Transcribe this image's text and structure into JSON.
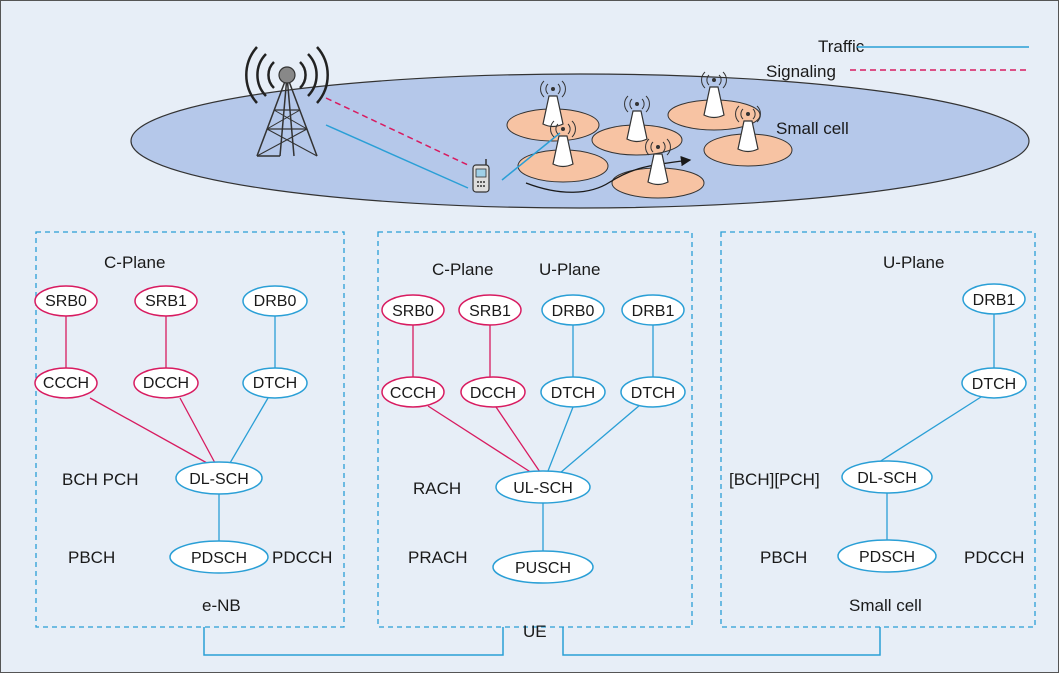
{
  "colors": {
    "background": "#e7eef7",
    "traffic": "#2a9fd6",
    "signaling": "#d81b60",
    "ellipse_fill": "#b5c8ea",
    "small_cell_fill": "#f7c3a3"
  },
  "legend": {
    "traffic": "Traffic",
    "signaling": "Signaling"
  },
  "scene": {
    "small_cell_label": "Small cell"
  },
  "enb": {
    "plane_label": "C-Plane",
    "nodes": {
      "srb0": "SRB0",
      "srb1": "SRB1",
      "drb0": "DRB0",
      "ccch": "CCCH",
      "dcch": "DCCH",
      "dtch": "DTCH",
      "dlsch": "DL-SCH",
      "pdsch": "PDSCH"
    },
    "texts": {
      "bch_pch": "BCH PCH",
      "pbch": "PBCH",
      "pdcch": "PDCCH"
    },
    "caption": "e-NB"
  },
  "ue": {
    "cplane_label": "C-Plane",
    "uplane_label": "U-Plane",
    "nodes": {
      "srb0": "SRB0",
      "srb1": "SRB1",
      "drb0": "DRB0",
      "drb1": "DRB1",
      "ccch": "CCCH",
      "dcch": "DCCH",
      "dtch_a": "DTCH",
      "dtch_b": "DTCH",
      "ulsch": "UL-SCH",
      "pusch": "PUSCH"
    },
    "texts": {
      "rach": "RACH",
      "prach": "PRACH"
    },
    "caption": "UE"
  },
  "smallcell": {
    "plane_label": "U-Plane",
    "nodes": {
      "drb1": "DRB1",
      "dtch": "DTCH",
      "dlsch": "DL-SCH",
      "pdsch": "PDSCH"
    },
    "texts": {
      "bch_pch": "[BCH][PCH]",
      "pbch": "PBCH",
      "pdcch": "PDCCH"
    },
    "caption": "Small cell"
  }
}
